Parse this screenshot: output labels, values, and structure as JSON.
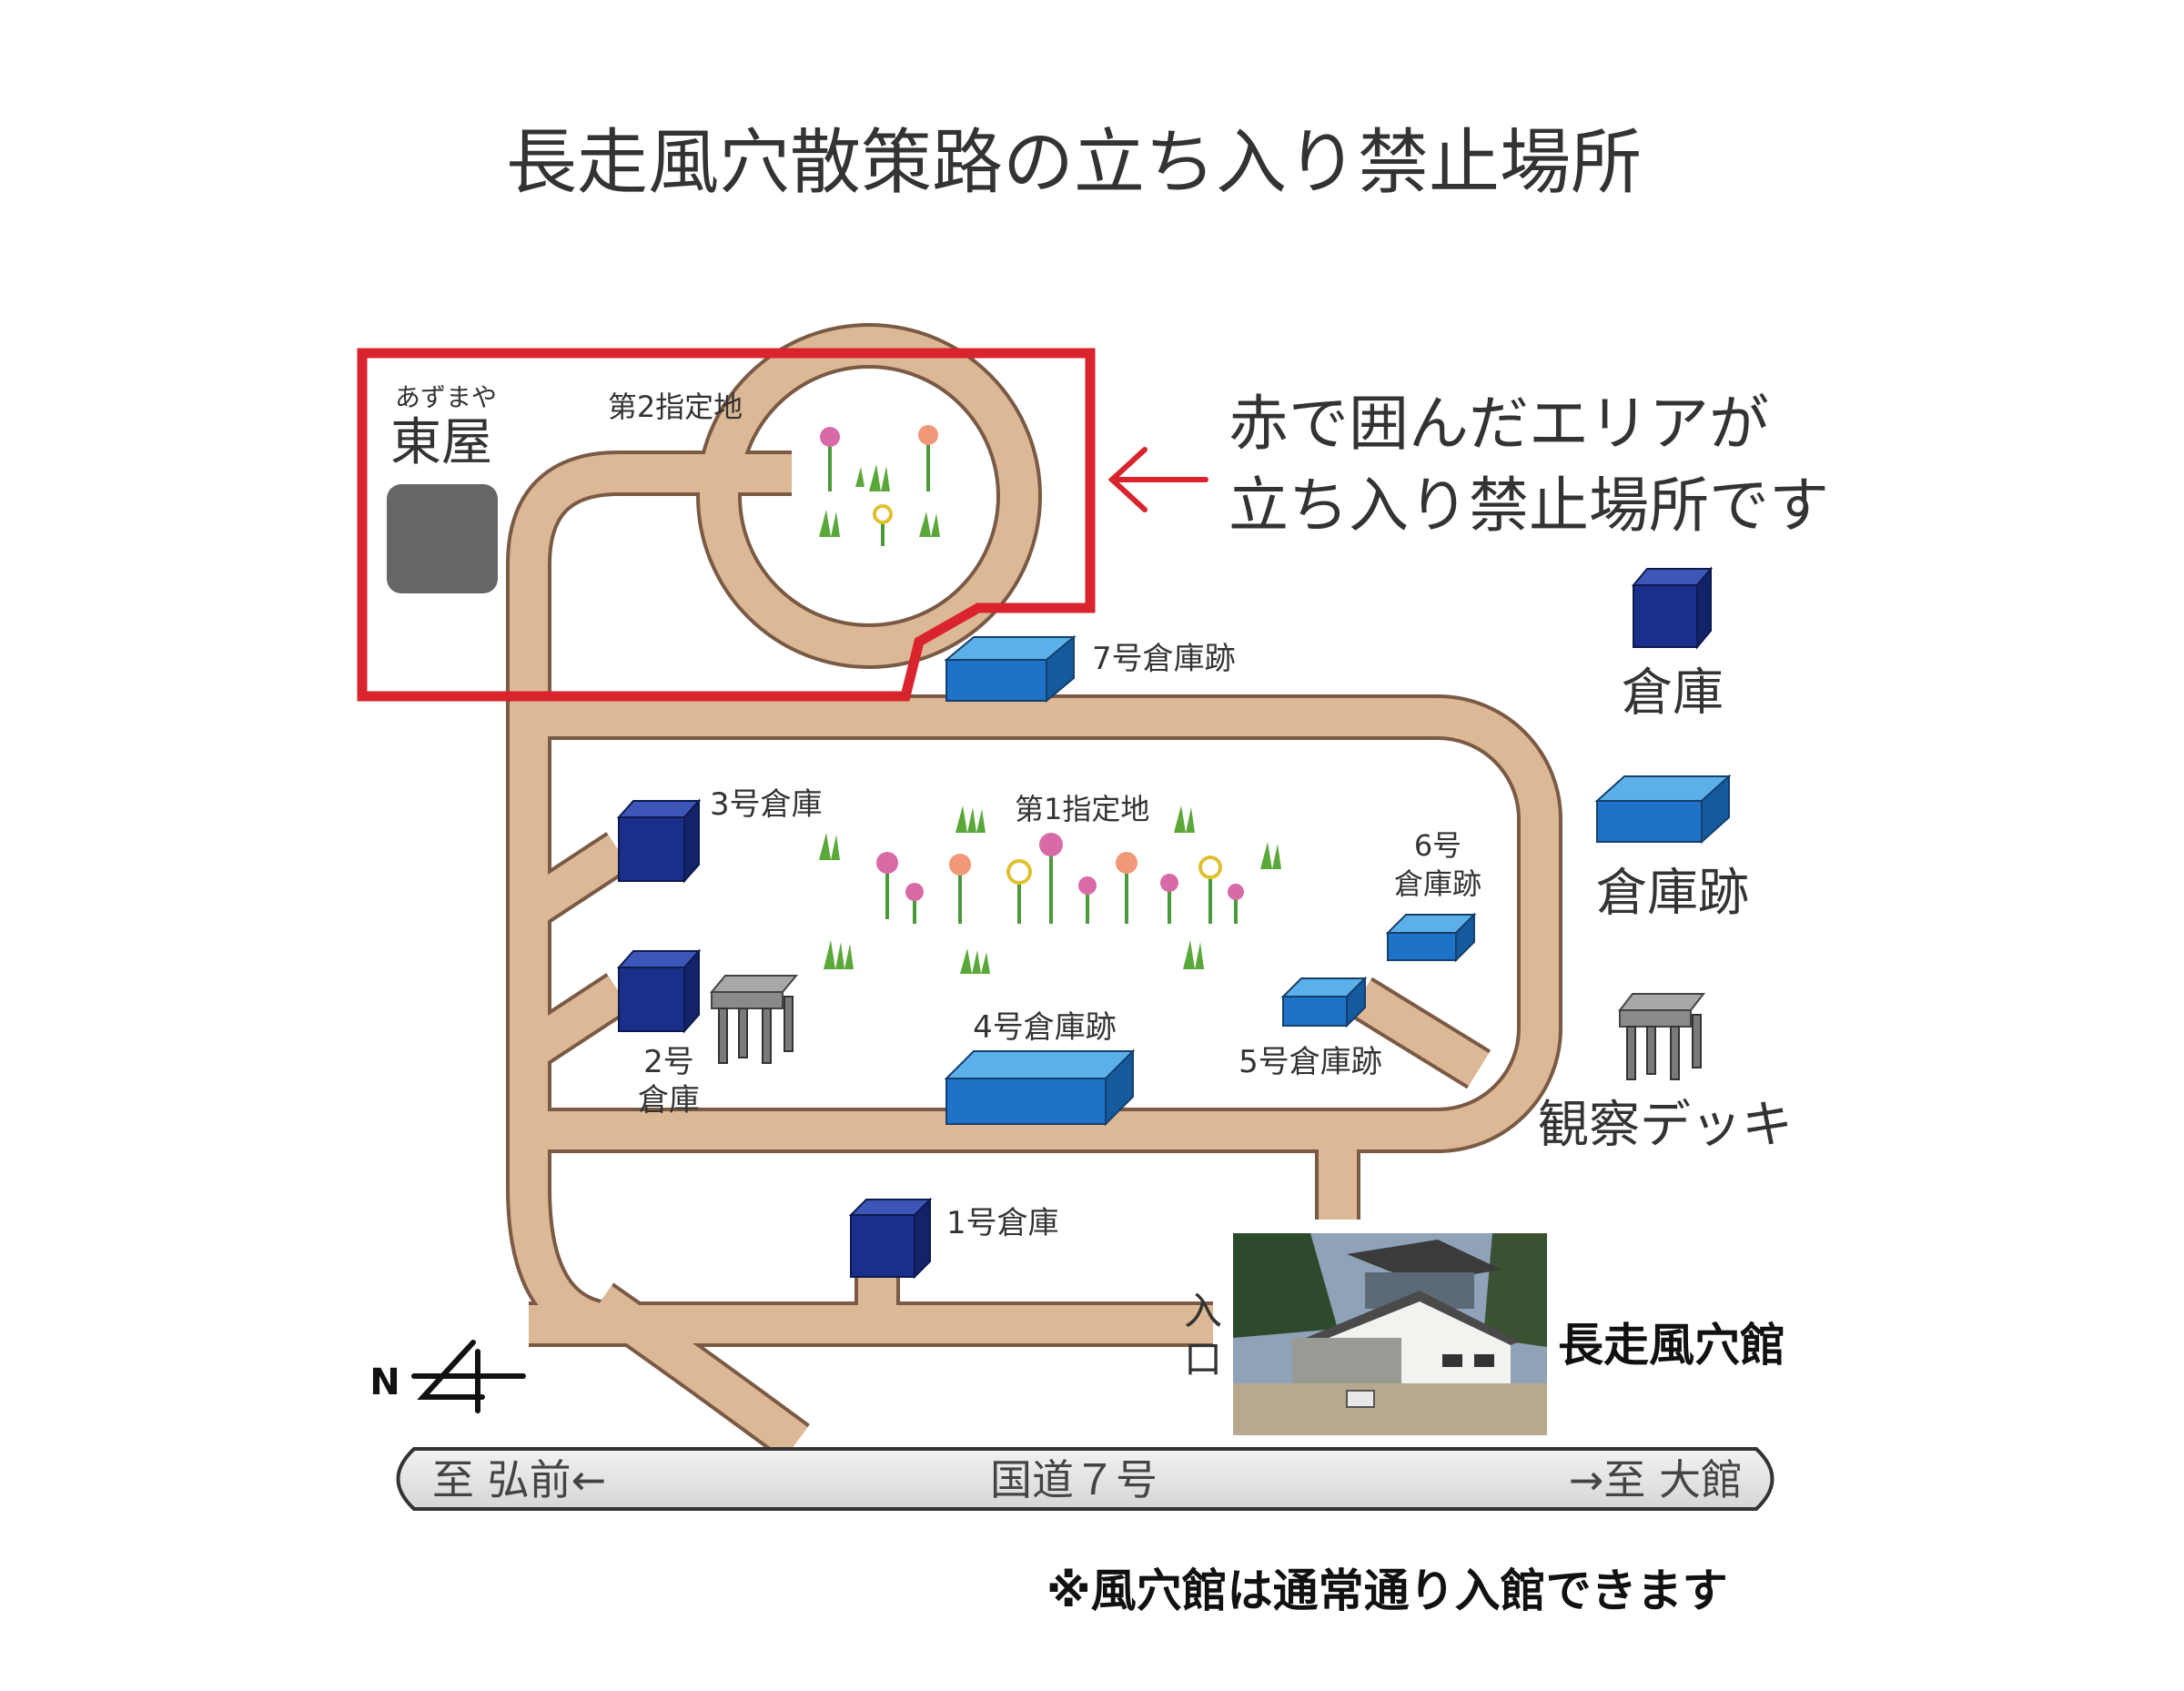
{
  "title": "長走風穴散策路の立ち入り禁止場所",
  "notice": {
    "line1": "赤で囲んだエリアが",
    "line2": "立ち入り禁止場所です",
    "arrow_icon": "left-arrow-icon"
  },
  "places": {
    "azumaya_ruby": "あずまや",
    "azumaya": "東屋",
    "site2": "第2指定地",
    "site1": "第1指定地",
    "w7": "7号倉庫跡",
    "w3": "3号倉庫",
    "w2_line1": "2号",
    "w2_line2": "倉庫",
    "w4": "4号倉庫跡",
    "w5": "5号倉庫跡",
    "w6_line1": "6号",
    "w6_line2": "倉庫跡",
    "w1": "1号倉庫",
    "entrance_line1": "入",
    "entrance_line2": "口",
    "museum": "長走風穴館"
  },
  "legend": {
    "warehouse": "倉庫",
    "warehouse_ruin": "倉庫跡",
    "deck": "観察デッキ"
  },
  "compass": {
    "north": "N"
  },
  "road": {
    "left": "至 弘前←",
    "center": "国道７号",
    "right": "→至 大館"
  },
  "footnote": "※風穴館は通常通り入館できます",
  "colors": {
    "path": "#dcb896",
    "path_edge": "#7a5a44",
    "restricted": "#d9232d",
    "warehouse": "#1a2f8a",
    "warehouse_ruin": "#1e73c8",
    "azumaya": "#666666",
    "deck": "#8a8a8a",
    "road_fill": "#e6e6e6"
  }
}
